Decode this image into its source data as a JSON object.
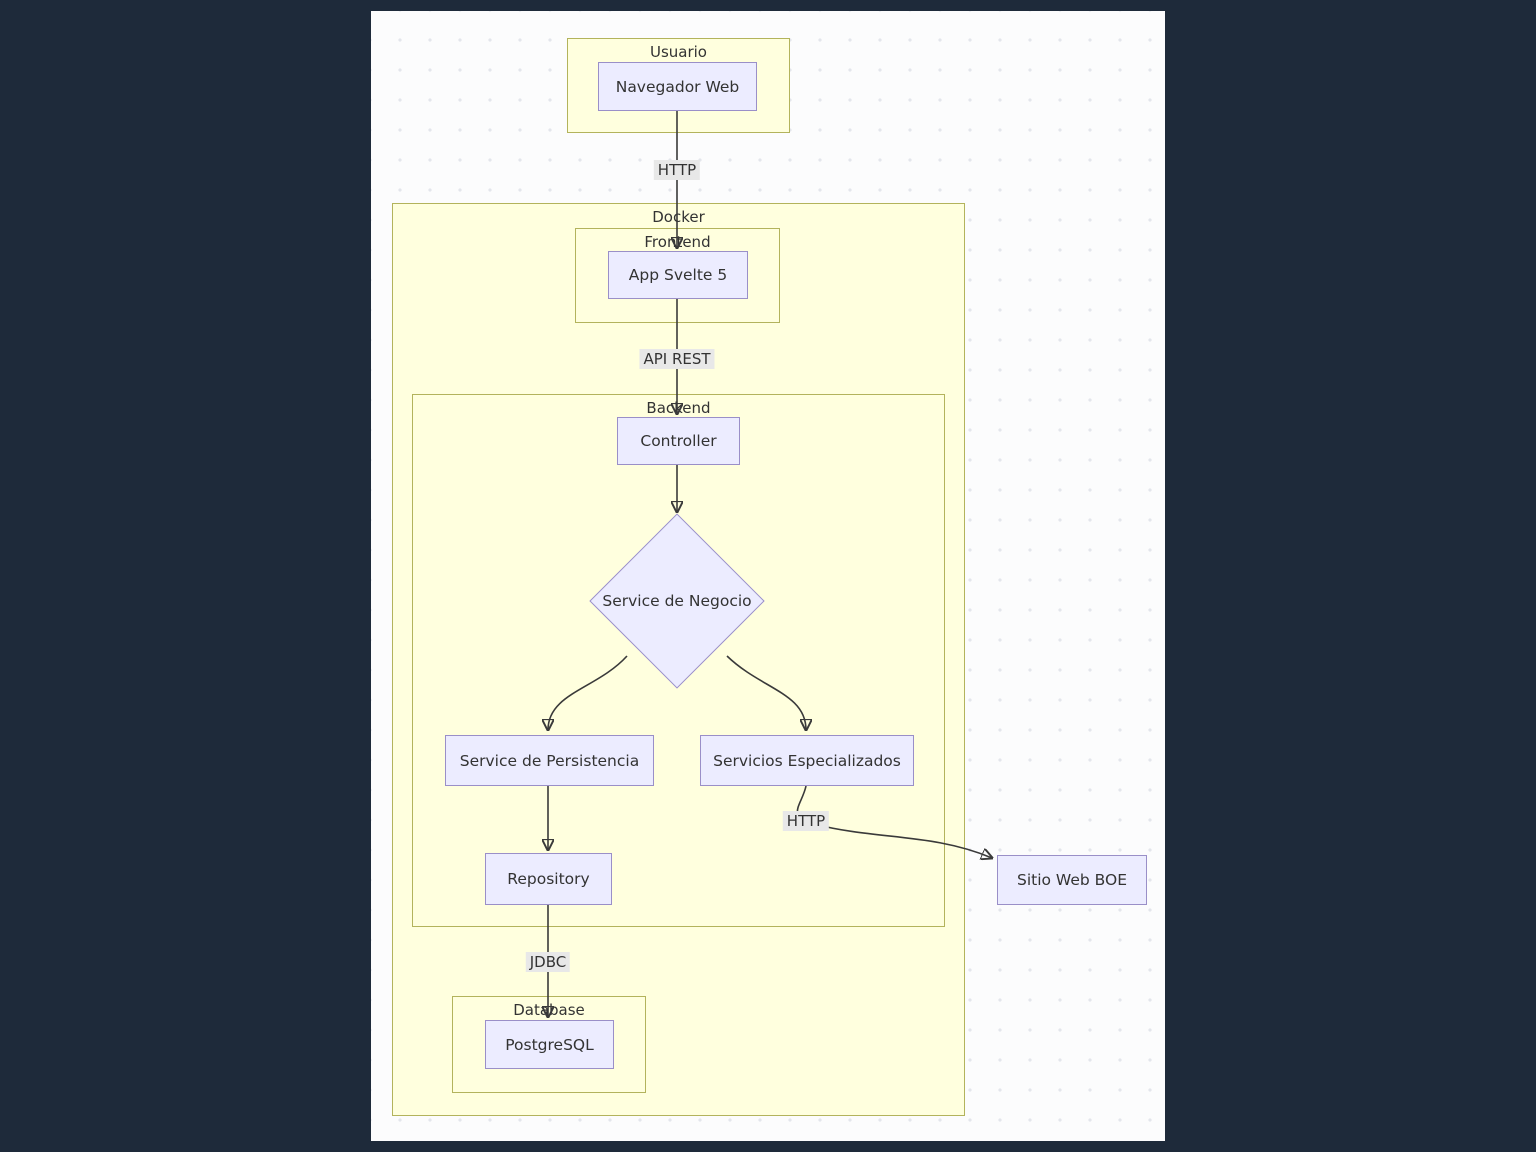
{
  "colors": {
    "background": "#1e2a3a",
    "page": "#fcfcfd",
    "group_fill": "#ffffde",
    "group_border": "#b3b35c",
    "node_fill": "#ececff",
    "node_border": "#9a8fc8",
    "edge": "#3a3a3a",
    "edge_label_bg": "#e8e8e8",
    "text": "#333333"
  },
  "groups": {
    "usuario": {
      "title": "Usuario"
    },
    "docker": {
      "title": "Docker"
    },
    "frontend": {
      "title": "Frontend"
    },
    "backend": {
      "title": "Backend"
    },
    "database": {
      "title": "Database"
    }
  },
  "nodes": {
    "navegador": {
      "label": "Navegador Web"
    },
    "app_svelte": {
      "label": "App Svelte 5"
    },
    "controller": {
      "label": "Controller"
    },
    "service_negocio": {
      "label": "Service de Negocio"
    },
    "persistencia": {
      "label": "Service de Persistencia"
    },
    "especializados": {
      "label": "Servicios Especializados"
    },
    "repository": {
      "label": "Repository"
    },
    "sitio_boe": {
      "label": "Sitio Web BOE"
    },
    "postgresql": {
      "label": "PostgreSQL"
    }
  },
  "edge_labels": {
    "http_browser": "HTTP",
    "api_rest": "API REST",
    "http_boe": "HTTP",
    "jdbc": "JDBC"
  }
}
